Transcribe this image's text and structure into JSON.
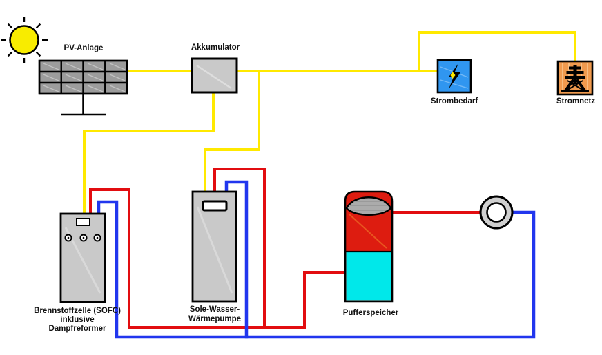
{
  "diagram": {
    "description": "Energy system schematic",
    "labels": {
      "pv": "PV-Anlage",
      "battery": "Akkumulator",
      "demand": "Strombedarf",
      "grid": "Stromnetz",
      "fuel_cell_1": "Brennstoffzelle (SOFC)",
      "fuel_cell_2": "inklusive",
      "fuel_cell_3": "Dampfreformer",
      "heat_pump_1": "Sole-Wasser-",
      "heat_pump_2": "Wärmepumpe",
      "buffer_tank": "Pufferspeicher"
    },
    "icons": {
      "sun": "sun-icon",
      "solar_panel": "solar-panel-icon",
      "lightning": "lightning-bolt-icon",
      "pylon": "power-pylon-icon",
      "pump": "circulation-pump-icon"
    },
    "colors": {
      "wire_electricity": "#ffe900",
      "wire_flow_hot": "#e20d10",
      "wire_return_cold": "#2136ee",
      "component_gray": "#c9c9c9",
      "panel_cell_gray": "#9c9c9c",
      "demand_blue": "#3096f0",
      "grid_orange": "#f09a4e",
      "tank_hot_red": "#dd1c10",
      "tank_cold_cyan": "#00e8ea",
      "sun_yellow": "#f8ec00",
      "background": "#ffffff"
    }
  }
}
